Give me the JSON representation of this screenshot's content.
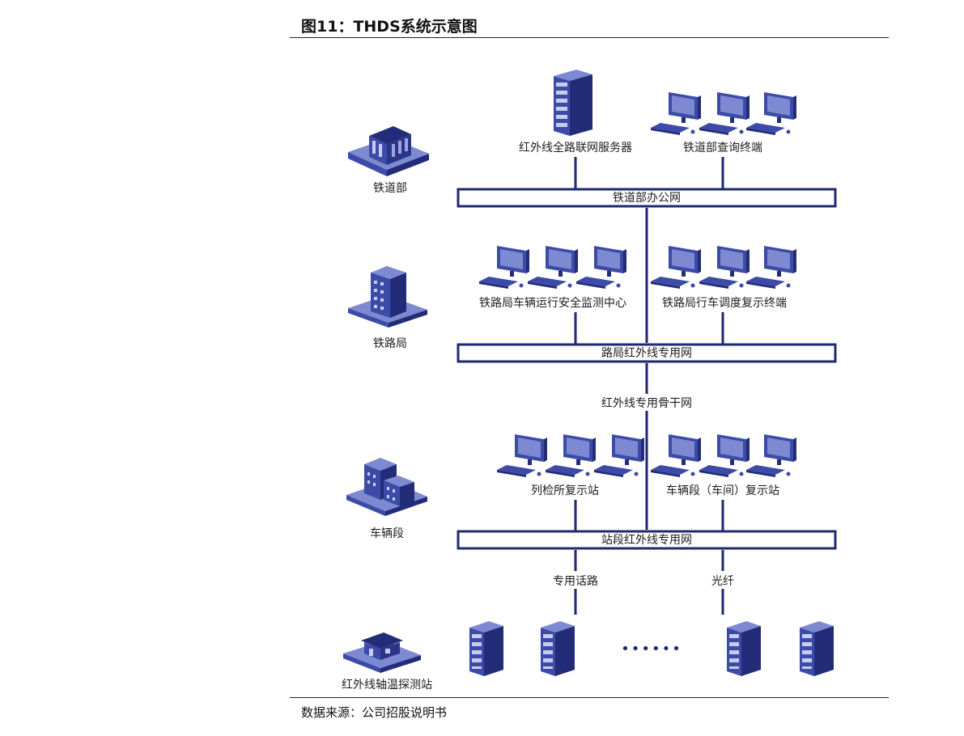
{
  "figure": {
    "title": "图11：THDS系统示意图",
    "source": "数据来源：公司招股说明书"
  },
  "colors": {
    "navy": "#1d2970",
    "bar_fill": "#ffffff",
    "icon_blue": "#3c4ba8",
    "icon_light": "#7d8ad1",
    "icon_dark": "#222c78"
  },
  "levels": {
    "ministry": "铁道部",
    "bureau": "铁路局",
    "depot": "车辆段",
    "station": "红外线轴温探测站"
  },
  "networks": {
    "ministry": "铁道部办公网",
    "bureau": "路局红外线专用网",
    "depot": "站段红外线专用网"
  },
  "nodes": {
    "server": "红外线全路联网服务器",
    "ministry_terminal": "铁道部查询终端",
    "safety_center": "铁路局车辆运行安全监测中心",
    "dispatch_terminal": "铁路局行车调度复示终端",
    "inspection_station": "列检所复示站",
    "depot_station": "车辆段（车间）复示站"
  },
  "links": {
    "backbone": "红外线专用骨干网",
    "phone_line": "专用话路",
    "fiber": "光纤",
    "ellipsis": "••••••"
  }
}
